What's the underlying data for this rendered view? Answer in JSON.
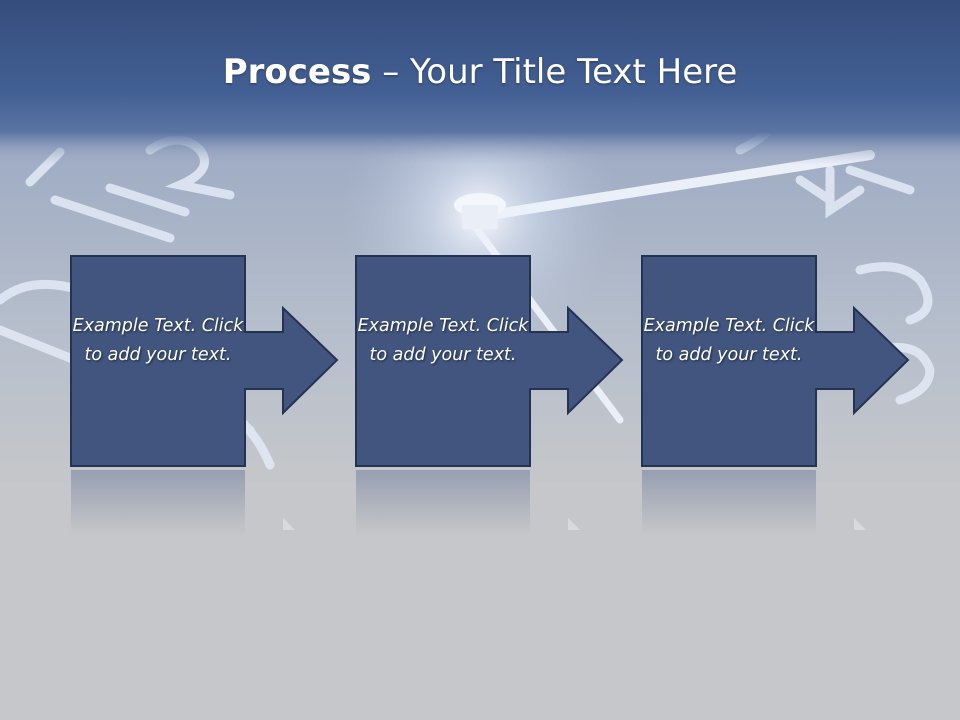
{
  "slide": {
    "title_bold": "Process",
    "title_rest": " – Your Title Text Here"
  },
  "steps": [
    {
      "text": "Example Text. Click  to add your text."
    },
    {
      "text": "Example Text. Click  to add your text."
    },
    {
      "text": "Example Text. Click  to add your text."
    }
  ],
  "colors": {
    "header": "#3d5a8c",
    "box_fill": "#41557f",
    "box_stroke": "#243352",
    "background": "#c6c7ca",
    "text": "#ffffff"
  }
}
